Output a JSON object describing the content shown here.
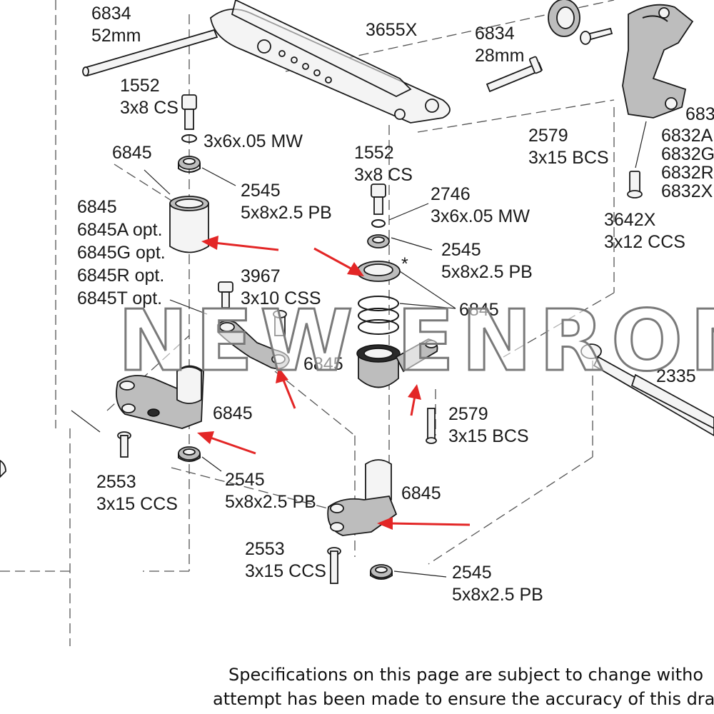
{
  "labels": {
    "a_6834_num": "6834",
    "a_6834_size": "52mm",
    "b_3655x": "3655X",
    "c_6834_num": "6834",
    "c_6834_size": "28mm",
    "d_1552_num": "1552",
    "d_1552_size": "3x8 CS",
    "e_mw": "3x6x.05 MW",
    "f_6845": "6845",
    "g_2545_num": "2545",
    "g_2545_size": "5x8x2.5 PB",
    "h_6845": "6845",
    "h_6845a": "6845A opt.",
    "h_6845g": "6845G opt.",
    "h_6845r": "6845R opt.",
    "h_6845t": "6845T opt.",
    "i_3967_num": "3967",
    "i_3967_size": "3x10 CSS",
    "j_1552_num": "1552",
    "j_1552_size": "3x8 CS",
    "k_2746_num": "2746",
    "k_2746_size": "3x6x.05 MW",
    "l_2545_num": "2545",
    "l_2545_size": "5x8x2.5 PB",
    "l_star": "*",
    "m_6845": "6845",
    "n_6845": "6845",
    "o_6845": "6845",
    "p_2579_num": "2579",
    "p_2579_size": "3x15 BCS",
    "q_2579_num": "2579",
    "q_2579_size": "3x15 BCS",
    "r_683": "683",
    "r_6832a": "6832A",
    "r_6832g": "6832G",
    "r_6832r": "6832R",
    "r_6832x": "6832X",
    "s_3642x_num": "3642X",
    "s_3642x_size": "3x12 CCS",
    "t_2335": "2335",
    "u_2553_num": "2553",
    "u_2553_size": "3x15 CCS",
    "v_2545_num": "2545",
    "v_2545_size": "5x8x2.5 PB",
    "w_6845": "6845",
    "x_2553_num": "2553",
    "x_2553_size": "3x15 CCS",
    "y_2545_num": "2545",
    "y_2545_size": "5x8x2.5 PB"
  },
  "footer": {
    "line1": "Specifications on this page are subject to change witho",
    "line2": "attempt has been made to ensure the accuracy of this dra"
  },
  "watermark": "NEW ENRON",
  "colors": {
    "arrow": "#e32626",
    "line": "#1a1a1a",
    "background": "#ffffff"
  }
}
